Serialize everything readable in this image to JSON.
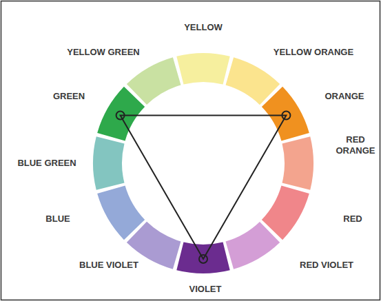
{
  "diagram": {
    "labels": [
      "YELLOW",
      "YELLOW GREEN",
      "YELLOW ORANGE",
      "GREEN",
      "ORANGE",
      "RED ORANGE",
      "BLUE GREEN",
      "BLUE",
      "RED",
      "BLUE VIOLET",
      "RED VIOLET",
      "VIOLET"
    ]
  }
}
